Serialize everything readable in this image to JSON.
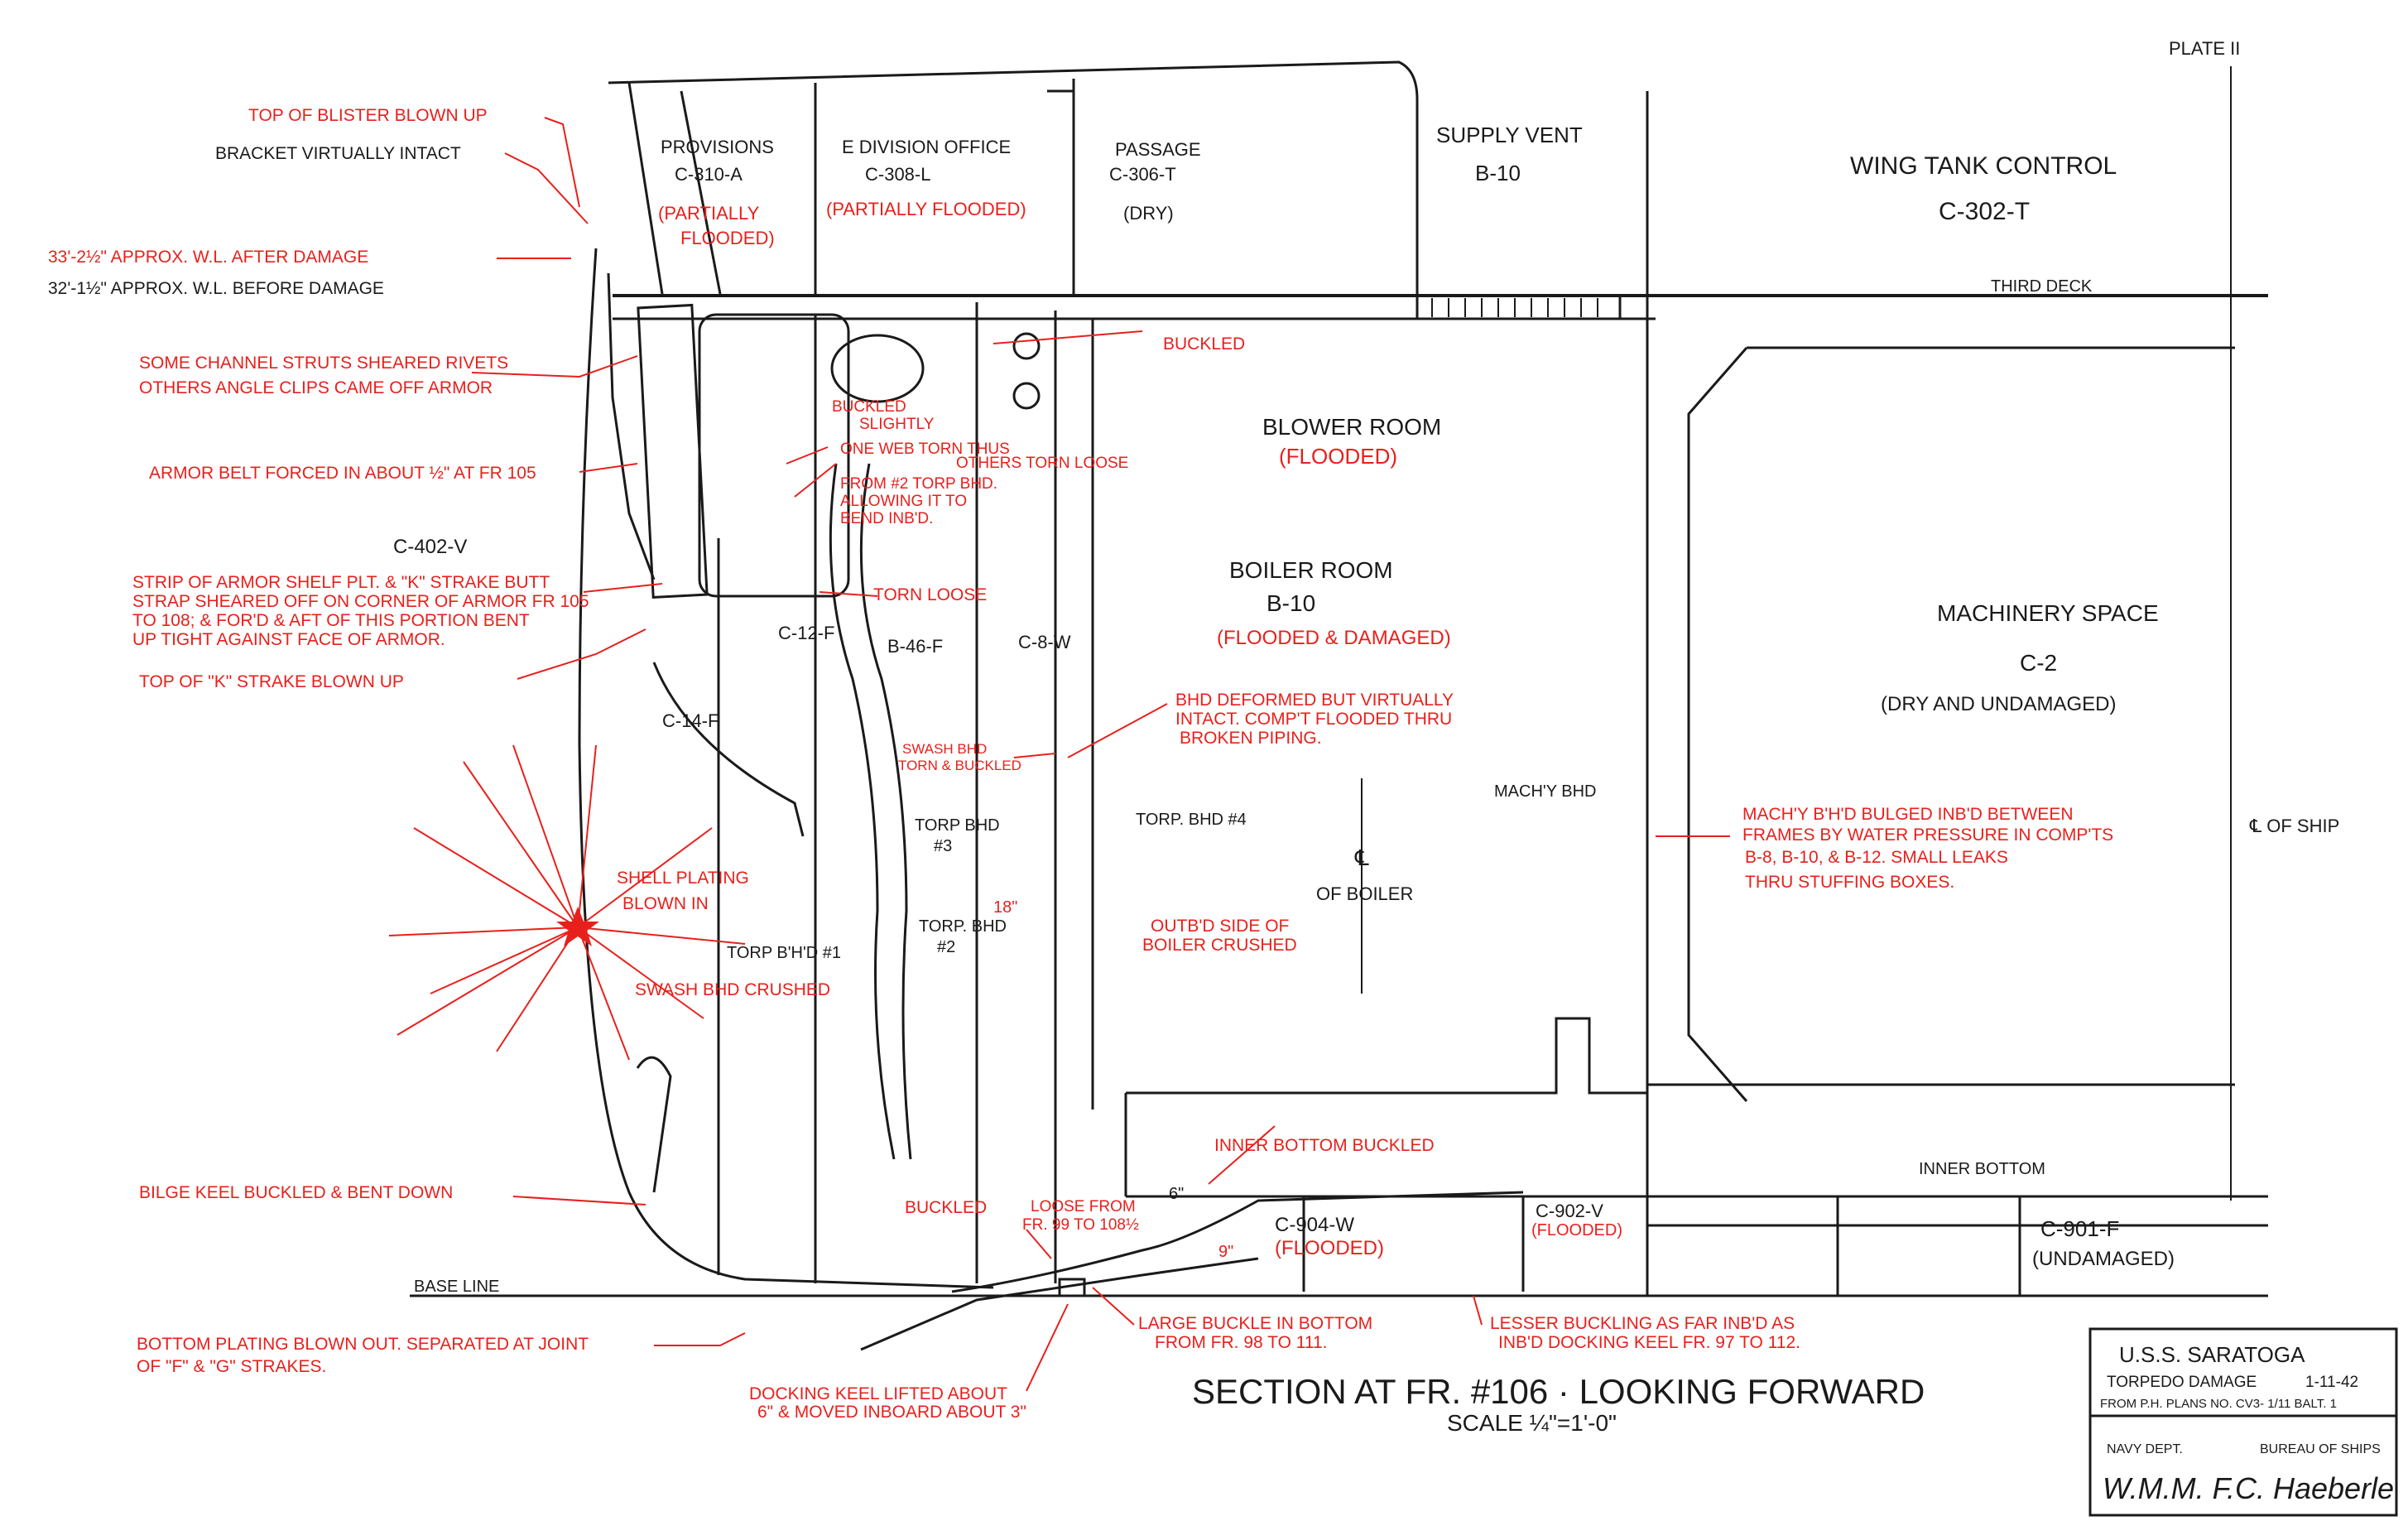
{
  "plate": "PLATE II",
  "compartments": {
    "provisions": {
      "name": "PROVISIONS",
      "id": "C-310-A",
      "status1": "(PARTIALLY",
      "status2": "FLOODED)"
    },
    "e_division": {
      "name": "E DIVISION OFFICE",
      "id": "C-308-L",
      "status": "(PARTIALLY FLOODED)"
    },
    "passage": {
      "name": "PASSAGE",
      "id": "C-306-T",
      "status": "(DRY)"
    },
    "supply_vent": {
      "name": "SUPPLY VENT",
      "id": "B-10"
    },
    "wing_tank": {
      "name": "WING TANK CONTROL",
      "id": "C-302-T"
    },
    "blower": {
      "name": "BLOWER ROOM",
      "status": "(FLOODED)"
    },
    "boiler": {
      "name": "BOILER ROOM",
      "id": "B-10",
      "status": "(FLOODED & DAMAGED)"
    },
    "machinery": {
      "name": "MACHINERY SPACE",
      "id": "C-2",
      "status": "(DRY AND UNDAMAGED)"
    },
    "c402": "C-402-V",
    "c14": "C-14-F",
    "c12": "C-12-F",
    "b46": "B-46-F",
    "c8": "C-8-W",
    "c904": {
      "id": "C-904-W",
      "status": "(FLOODED)"
    },
    "c902": {
      "id": "C-902-V",
      "status": "(FLOODED)"
    },
    "c901": {
      "id": "C-901-F",
      "status": "(UNDAMAGED)"
    }
  },
  "structure_labels": {
    "third_deck": "THIRD DECK",
    "inner_bottom": "INNER BOTTOM",
    "base_line": "BASE LINE",
    "machy_bhd": "MACH'Y BHD",
    "cl_ship": "℄ OF SHIP",
    "cl_boiler_1": "℄",
    "cl_boiler_2": "OF BOILER",
    "torp1": "TORP B'H'D #1",
    "torp2a": "TORP. BHD",
    "torp2b": "#2",
    "torp3a": "TORP BHD",
    "torp3b": "#3",
    "torp4": "TORP. BHD #4",
    "dim18": "18\"",
    "dim6": "6\"",
    "dim9": "9\""
  },
  "damage_notes": {
    "blister": "TOP OF BLISTER BLOWN UP",
    "bracket": "BRACKET VIRTUALLY INTACT",
    "wl_after": "33'-2½\" APPROX. W.L. AFTER DAMAGE",
    "wl_before": "32'-1½\" APPROX. W.L. BEFORE DAMAGE",
    "struts1": "SOME CHANNEL STRUTS SHEARED RIVETS",
    "struts2": "OTHERS ANGLE CLIPS CAME OFF ARMOR",
    "armor_belt": "ARMOR BELT FORCED IN ABOUT ½\" AT FR 105",
    "strip1": "STRIP OF ARMOR SHELF PLT. & \"K\" STRAKE BUTT",
    "strip2": "STRAP SHEARED OFF ON CORNER OF ARMOR FR 105",
    "strip3": "TO 108; & FOR'D & AFT OF THIS PORTION BENT",
    "strip4": "UP TIGHT AGAINST FACE OF ARMOR.",
    "k_strake": "TOP OF \"K\" STRAKE BLOWN UP",
    "shell1": "SHELL PLATING",
    "shell2": "BLOWN IN",
    "swash_crushed": "SWASH BHD CRUSHED",
    "buckled_slightly1": "BUCKLED",
    "buckled_slightly2": "SLIGHTLY",
    "web1": "ONE WEB TORN THUS",
    "web2": "OTHERS TORN LOOSE",
    "web3": "FROM #2 TORP BHD.",
    "web4": "ALLOWING IT TO",
    "web5": "BEND INB'D.",
    "torn_loose": "TORN LOOSE",
    "swash_torn1": "SWASH BHD",
    "swash_torn2": "TORN & BUCKLED",
    "buckled_top": "BUCKLED",
    "bhd_deformed1": "BHD DEFORMED BUT VIRTUALLY",
    "bhd_deformed2": "INTACT. COMP'T FLOODED THRU",
    "bhd_deformed3": "BROKEN PIPING.",
    "outbd1": "OUTB'D SIDE OF",
    "outbd2": "BOILER CRUSHED",
    "machy1": "MACH'Y B'H'D BULGED INB'D BETWEEN",
    "machy2": "FRAMES BY WATER PRESSURE IN COMP'TS",
    "machy3": "B-8, B-10, & B-12. SMALL LEAKS",
    "machy4": "THRU STUFFING BOXES.",
    "inner_buckled": "INNER BOTTOM BUCKLED",
    "bilge": "BILGE KEEL BUCKLED & BENT DOWN",
    "buckled_bottom": "BUCKLED",
    "loose1": "LOOSE FROM",
    "loose2": "FR. 99 TO 108½",
    "bottom1": "BOTTOM PLATING BLOWN OUT. SEPARATED AT JOINT",
    "bottom2": "OF \"F\" & \"G\" STRAKES.",
    "docking1": "DOCKING KEEL LIFTED ABOUT",
    "docking2": "6\" & MOVED INBOARD ABOUT 3\"",
    "large1": "LARGE BUCKLE IN BOTTOM",
    "large2": "FROM FR. 98 TO 111.",
    "lesser1": "LESSER BUCKLING AS FAR INB'D AS",
    "lesser2": "INB'D DOCKING KEEL FR. 97 TO 112."
  },
  "title": {
    "main": "SECTION AT FR. #106 · LOOKING FORWARD",
    "scale": "SCALE ¼\"=1'-0\""
  },
  "title_block": {
    "ship": "U.S.S. SARATOGA",
    "subject": "TORPEDO DAMAGE",
    "date": "1-11-42",
    "source": "FROM P.H. PLANS NO. CV3- 1/11 BALT. 1",
    "dept": "NAVY DEPT.",
    "bureau": "BUREAU OF SHIPS",
    "signature": "W.M.M. F.C. Haeberle"
  },
  "colors": {
    "ink": "#1a1a1a",
    "annotation": "#e8201c",
    "paper": "#ffffff"
  }
}
